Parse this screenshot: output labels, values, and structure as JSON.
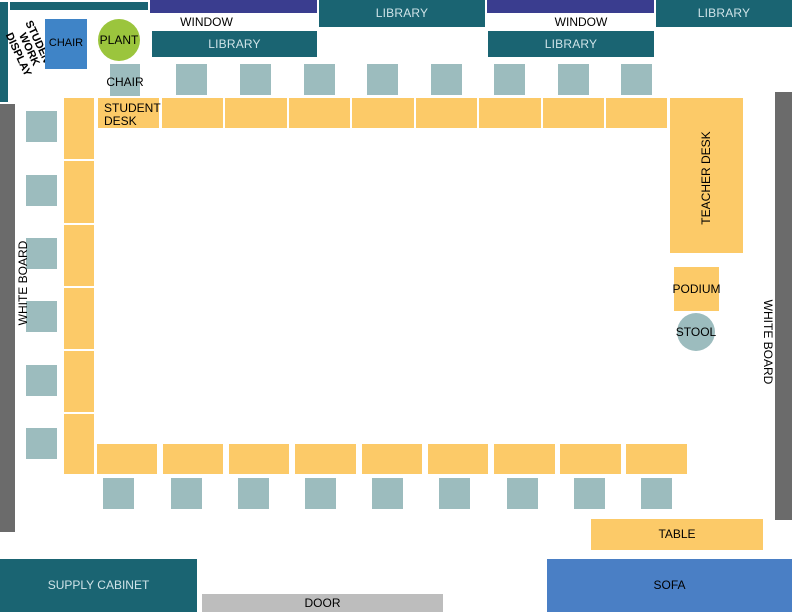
{
  "colors": {
    "library": "#1a6472",
    "window": "#3a3d8f",
    "desk": "#fcca68",
    "chair": "#9cbcbe",
    "whiteboard": "#6b6b6b",
    "plant": "#9bc53d",
    "sofa": "#4a7fc5",
    "door": "#bdbdbd",
    "blue_chair": "#3f84c7"
  },
  "labels": {
    "window_left": "WINDOW",
    "window_right": "WINDOW",
    "library_top_left": "LIBRARY",
    "library_top_right": "LIBRARY",
    "library_mid_left": "LIBRARY",
    "library_mid_right": "LIBRARY",
    "student_work_display": "STUDENT WORK DISPLAY",
    "chair_blue": "CHAIR",
    "plant": "PLANT",
    "chair": "CHAIR",
    "student_desk": "STUDENT DESK",
    "teacher_desk": "TEACHER DESK",
    "podium": "PODIUM",
    "stool": "STOOL",
    "white_board_left": "WHITE BOARD",
    "white_board_right": "WHITE BOARD",
    "table": "TABLE",
    "supply_cabinet": "SUPPLY CABINET",
    "sofa": "SOFA",
    "door": "DOOR"
  }
}
